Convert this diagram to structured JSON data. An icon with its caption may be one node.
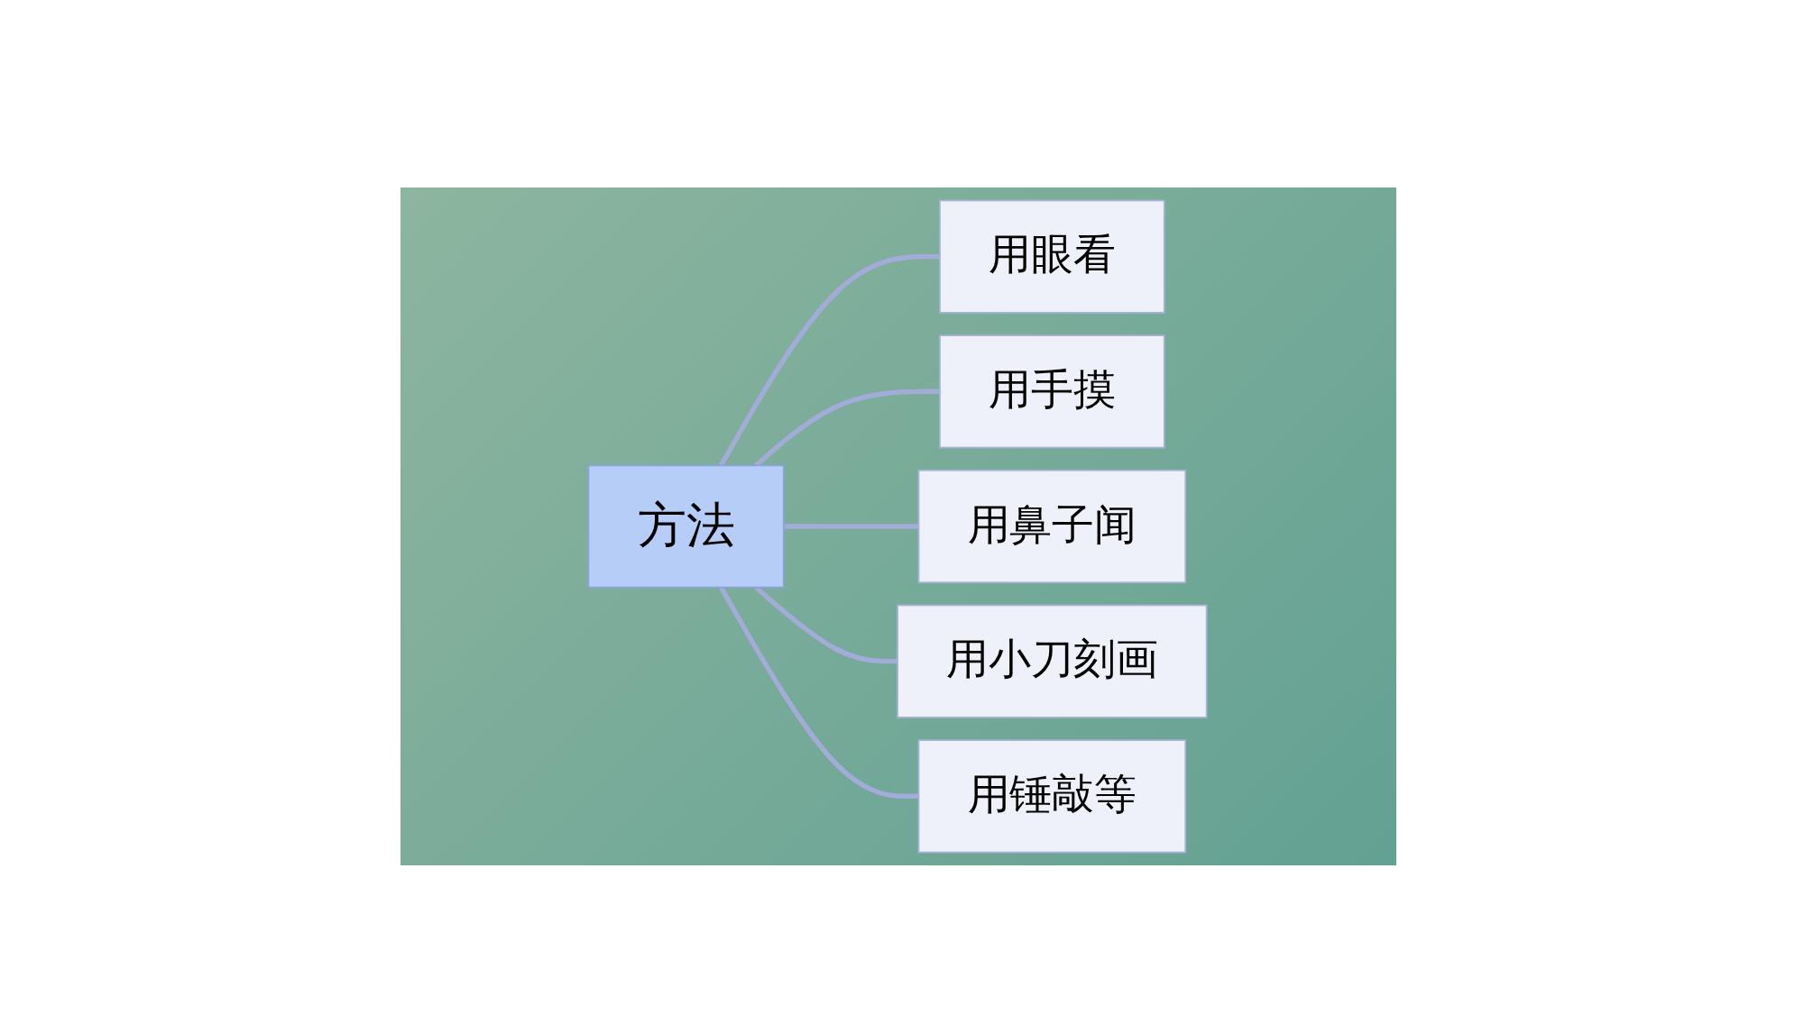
{
  "diagram": {
    "nodes": [
      {
        "text": [
          "方法"
        ]
      },
      {
        "text": [
          "用眼看"
        ]
      },
      {
        "text": [
          "用手摸"
        ]
      },
      {
        "text": [
          "用鼻子闻"
        ]
      },
      {
        "text": [
          "用小刀刻画"
        ]
      },
      {
        "text": [
          "用锤敲等"
        ]
      }
    ],
    "edges": [
      {
        "from": 0,
        "to": 1,
        "arrow": "none"
      },
      {
        "from": 0,
        "to": 2,
        "arrow": "none"
      },
      {
        "from": 0,
        "to": 3,
        "arrow": "none"
      },
      {
        "from": 0,
        "to": 4,
        "arrow": "none"
      },
      {
        "from": 0,
        "to": 5,
        "arrow": "none"
      }
    ]
  }
}
